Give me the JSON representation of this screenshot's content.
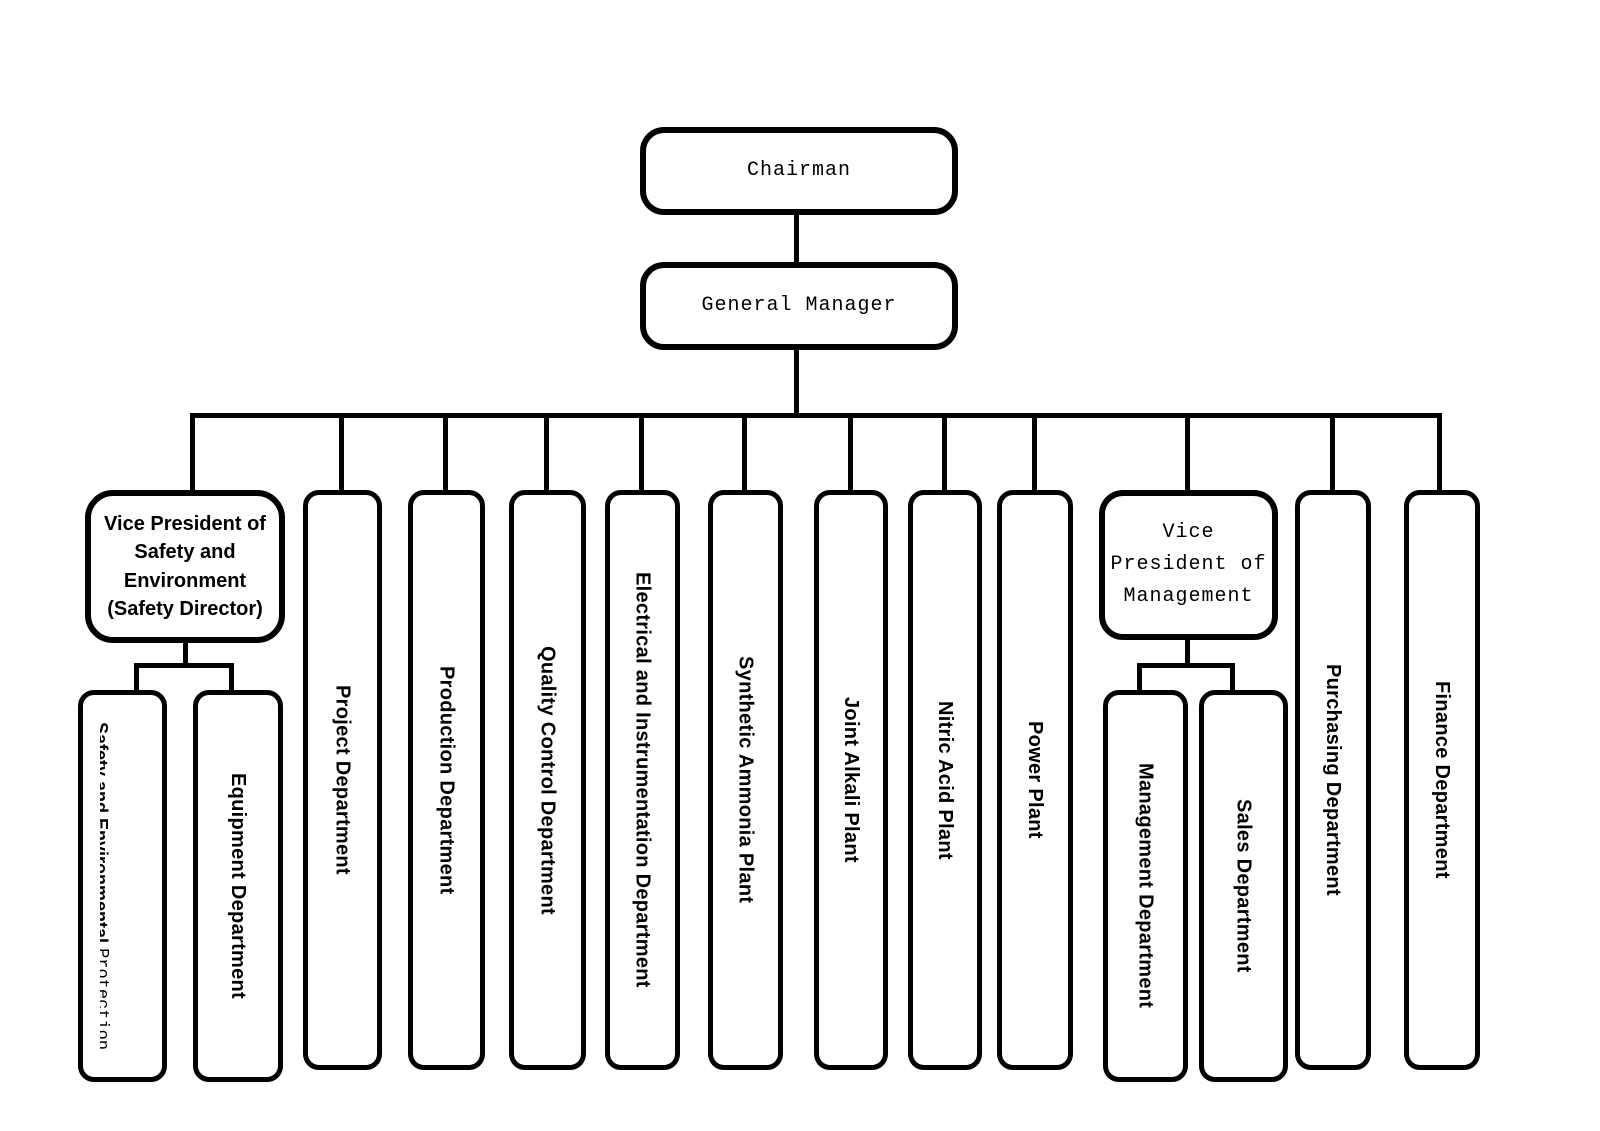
{
  "page": {
    "background": "#ffffff"
  },
  "colors": {
    "line": "#000000",
    "box_border": "#000000",
    "box_fill": "#ffffff",
    "text": "#000000"
  },
  "chart": {
    "type": "org-chart",
    "nodes": {
      "chairman": {
        "label": "Chairman"
      },
      "general_manager": {
        "label": "General Manager"
      },
      "vp_safety": {
        "label": "Vice President of\nSafety and\nEnvironment\n(Safety Director)"
      },
      "safety_env": {
        "label_bold": "Safety and Environmental ",
        "label_typewriter": "Protection\nDepartment"
      },
      "equipment": {
        "label": "Equipment Department"
      },
      "project": {
        "label": "Project Department"
      },
      "production": {
        "label": "Production Department"
      },
      "quality_control": {
        "label": "Quality Control Department"
      },
      "electrical": {
        "label": "Electrical and Instrumentation Department"
      },
      "synthetic_ammonia": {
        "label": "Synthetic Ammonia Plant"
      },
      "joint_alkali": {
        "label": "Joint Alkali Plant"
      },
      "nitric_acid": {
        "label": "Nitric Acid Plant"
      },
      "power_plant": {
        "label": "Power Plant"
      },
      "vp_management": {
        "label": "Vice\nPresident of\nManagement"
      },
      "management": {
        "label": "Management Department"
      },
      "sales": {
        "label": "Sales Department"
      },
      "purchasing": {
        "label": "Purchasing Department"
      },
      "finance": {
        "label": "Finance Department"
      }
    },
    "hierarchy": {
      "Chairman": [
        "General Manager"
      ],
      "General Manager": [
        "Vice President of Safety and Environment (Safety Director)",
        "Project Department",
        "Production Department",
        "Quality Control Department",
        "Electrical and Instrumentation Department",
        "Synthetic Ammonia Plant",
        "Joint Alkali Plant",
        "Nitric Acid Plant",
        "Power Plant",
        "Vice President of Management",
        "Purchasing Department",
        "Finance Department"
      ],
      "Vice President of Safety and Environment (Safety Director)": [
        "Safety and Environmental Protection Department",
        "Equipment Department"
      ],
      "Vice President of Management": [
        "Management Department",
        "Sales Department"
      ]
    }
  }
}
